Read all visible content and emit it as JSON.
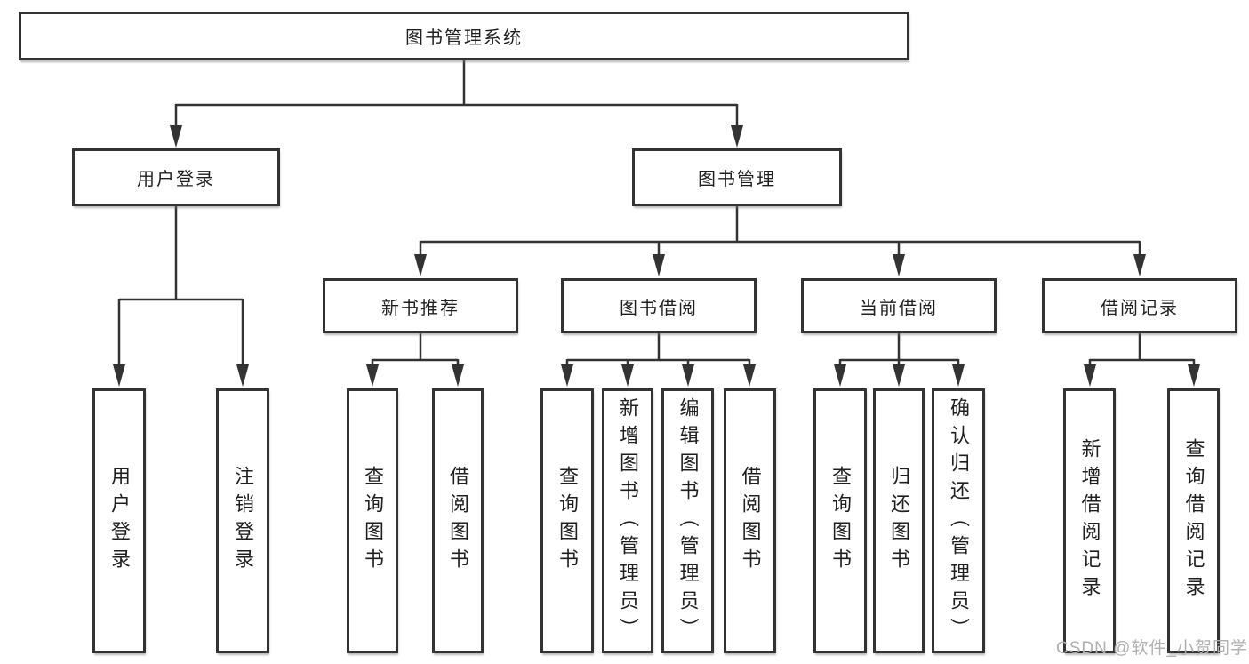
{
  "colors": {
    "line": "#333333",
    "border": "#333333",
    "text": "#1f1f1f",
    "node_background": "#ffffff",
    "watermark": "#b0b0b0"
  },
  "watermark": {
    "text": "CSDN @软件_小贺同学"
  },
  "diagram": {
    "root": {
      "label": "图书管理系统"
    },
    "branches": [
      {
        "label": "用户登录",
        "children": [
          {
            "label": "用户登录"
          },
          {
            "label": "注销登录"
          }
        ]
      },
      {
        "label": "图书管理",
        "groups": [
          {
            "label": "新书推荐",
            "children": [
              {
                "label": "查询图书"
              },
              {
                "label": "借阅图书"
              }
            ]
          },
          {
            "label": "图书借阅",
            "children": [
              {
                "label": "查询图书"
              },
              {
                "label": "新增图书（管理员）"
              },
              {
                "label": "编辑图书（管理员）"
              },
              {
                "label": "借阅图书"
              }
            ]
          },
          {
            "label": "当前借阅",
            "children": [
              {
                "label": "查询图书"
              },
              {
                "label": "归还图书"
              },
              {
                "label": "确认归还（管理员）"
              }
            ]
          },
          {
            "label": "借阅记录",
            "children": [
              {
                "label": "新增借阅记录"
              },
              {
                "label": "查询借阅记录"
              }
            ]
          }
        ]
      }
    ]
  }
}
